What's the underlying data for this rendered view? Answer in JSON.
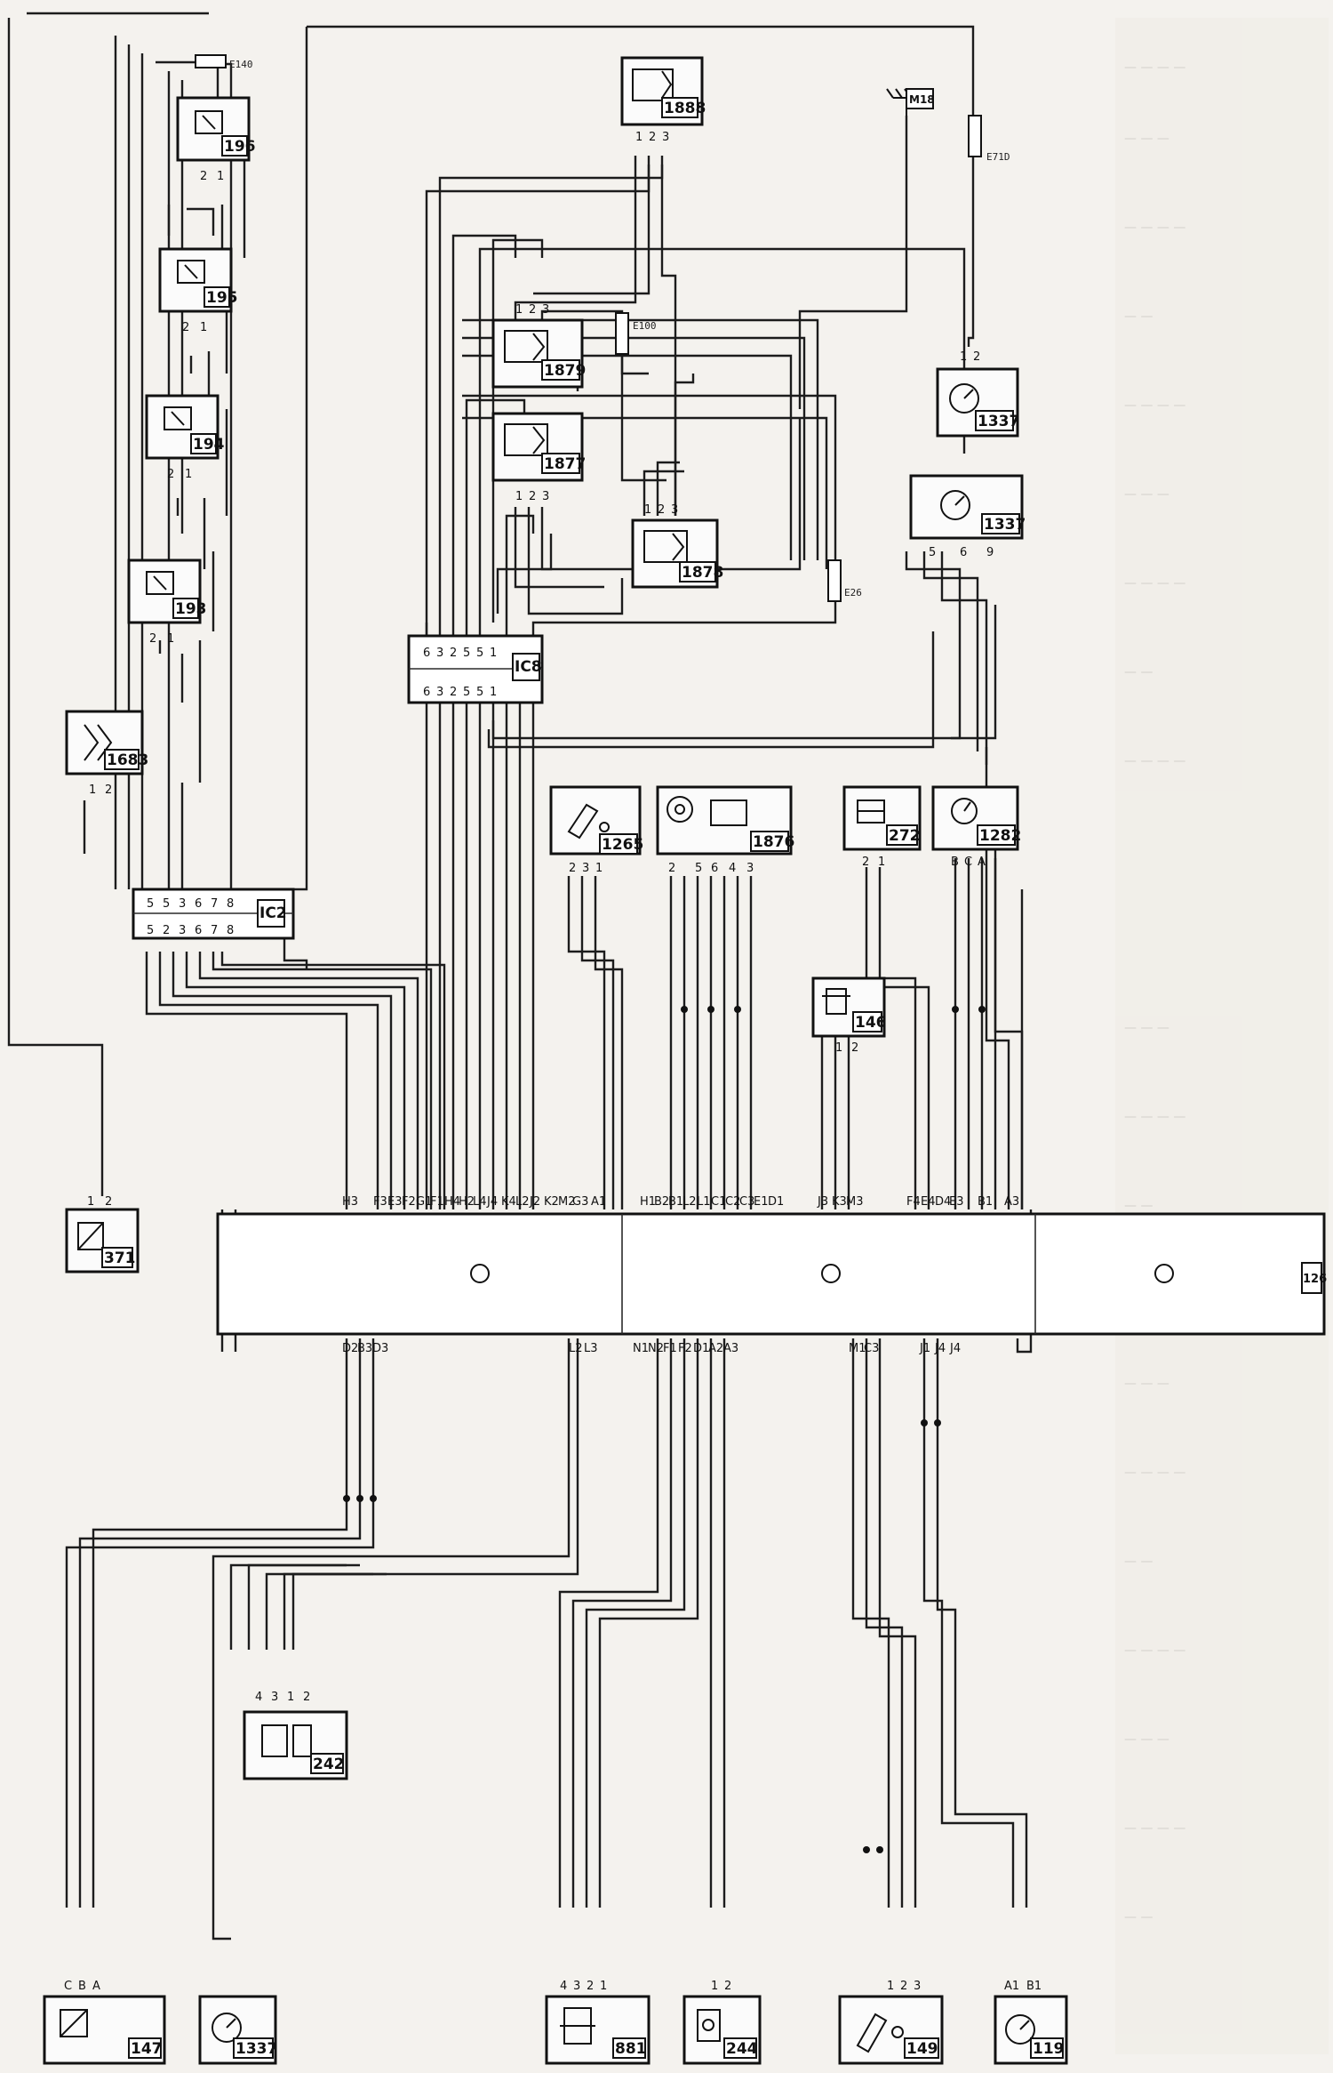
{
  "diagram": {
    "ecu": {
      "id": "126"
    },
    "connectors": [
      {
        "id": "IC2",
        "upper_pins": [
          "5",
          "5",
          "3",
          "6",
          "7",
          "8"
        ],
        "lower_pins": [
          "5",
          "2",
          "3",
          "6",
          "7",
          "8"
        ]
      },
      {
        "id": "IC8",
        "upper_pins": [
          "6",
          "3",
          "2",
          "5",
          "5",
          "1"
        ],
        "lower_pins": [
          "6",
          "3",
          "2",
          "5",
          "5",
          "1"
        ]
      }
    ],
    "components": [
      {
        "id": "196",
        "pins": [
          "2",
          "1"
        ]
      },
      {
        "id": "195",
        "pins": [
          "2",
          "1"
        ]
      },
      {
        "id": "194",
        "pins": [
          "2",
          "1"
        ]
      },
      {
        "id": "193",
        "pins": [
          "2",
          "1"
        ]
      },
      {
        "id": "1683",
        "pins": [
          "1",
          "2"
        ]
      },
      {
        "id": "371",
        "pins": [
          "1",
          "2"
        ]
      },
      {
        "id": "1888",
        "pins": [
          "1",
          "2",
          "3"
        ]
      },
      {
        "id": "1879",
        "pins": [
          "1",
          "2",
          "3"
        ]
      },
      {
        "id": "1877",
        "pins": [
          "1",
          "2",
          "3"
        ]
      },
      {
        "id": "1878",
        "pins": [
          "1",
          "2",
          "3"
        ]
      },
      {
        "id": "1337",
        "pins": [
          "1",
          "2"
        ]
      },
      {
        "id": "1337",
        "pins": [
          "5",
          "6",
          "9"
        ]
      },
      {
        "id": "1265",
        "pins": [
          "2",
          "3",
          "1"
        ]
      },
      {
        "id": "1876",
        "pins": [
          "2",
          "5",
          "6",
          "4",
          "3"
        ]
      },
      {
        "id": "272",
        "pins": [
          "2",
          "1"
        ]
      },
      {
        "id": "1282",
        "pins": [
          "B",
          "C",
          "A"
        ]
      },
      {
        "id": "146",
        "pins": [
          "1",
          "2"
        ]
      },
      {
        "id": "242",
        "pins": [
          "4",
          "3",
          "1",
          "2"
        ]
      },
      {
        "id": "147",
        "pins": [
          "C",
          "B",
          "A"
        ]
      },
      {
        "id": "1337",
        "pins": []
      },
      {
        "id": "881",
        "pins": [
          "4",
          "3",
          "2",
          "1"
        ]
      },
      {
        "id": "244",
        "pins": [
          "1",
          "2"
        ]
      },
      {
        "id": "149",
        "pins": [
          "1",
          "2",
          "3"
        ]
      },
      {
        "id": "119",
        "pins": [
          "A1",
          "B1"
        ]
      }
    ],
    "ground": {
      "id": "M18"
    },
    "labels": {
      "splice_top": "E140",
      "splice_right": "E71D",
      "splice_mid": "E100",
      "splice_right_mid": "E26"
    },
    "ecu_top_pins": [
      "H3",
      "F3",
      "E3",
      "F2",
      "G1",
      "F1",
      "H4",
      "H2",
      "L4",
      "J4",
      "K4",
      "L2",
      "J2",
      "K2",
      "M2",
      "G3",
      "A1",
      "H1",
      "B2",
      "B1",
      "L2",
      "L1",
      "C1",
      "C2",
      "C3",
      "E1",
      "D1",
      "J3",
      "K3",
      "M3",
      "F4",
      "E4",
      "D4",
      "E3",
      "B1",
      "A3"
    ],
    "ecu_bottom_pins": [
      "D2",
      "B3",
      "D3",
      "L2",
      "L3",
      "N1",
      "N2",
      "F1",
      "F2",
      "D1",
      "A2",
      "A3",
      "M1",
      "C3",
      "J1",
      "J4",
      "J4"
    ]
  }
}
